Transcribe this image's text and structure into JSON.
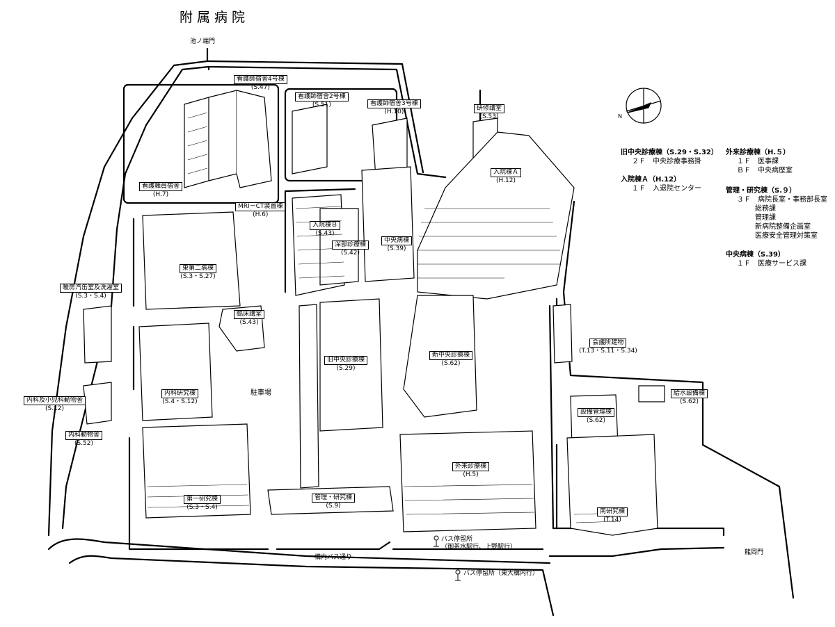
{
  "title": "附属病院",
  "gates": {
    "north": "池ノ端門",
    "east": "龍岡門"
  },
  "roads": {
    "campus_bus_road": "構内バス通り"
  },
  "compass": {
    "label": "N"
  },
  "parking": "駐車場",
  "bus_stops": [
    {
      "label": "バス停留所",
      "note": "（御茶水駅行、上野駅行）"
    },
    {
      "label": "バス停留所（東大構内行）"
    }
  ],
  "buildings": [
    {
      "key": "nurse4",
      "name": "看護師宿舎4号棟",
      "date": "(S.47)"
    },
    {
      "key": "nurse2",
      "name": "看護師宿舎2号棟",
      "date": "(S.51)"
    },
    {
      "key": "nurse3",
      "name": "看護師宿舎3号棟",
      "date": "(H.10)"
    },
    {
      "key": "training",
      "name": "研修講堂",
      "date": "(S.53)"
    },
    {
      "key": "nurse_staff",
      "name": "看護職員宿舎",
      "date": "(H.7)"
    },
    {
      "key": "ward_a",
      "name": "入院棟Ａ",
      "date": "(H.12)"
    },
    {
      "key": "mri",
      "name": "MRI－CT装置棟",
      "date": "(H.6)"
    },
    {
      "key": "ward_b",
      "name": "入院棟Ｂ",
      "date": "(S.43)"
    },
    {
      "key": "deep",
      "name": "深部診療棟",
      "date": "(S.42)"
    },
    {
      "key": "central_ward",
      "name": "中央病棟",
      "date": "(S.39)"
    },
    {
      "key": "east2",
      "name": "東第二病棟",
      "date": "(S.3・S.27)"
    },
    {
      "key": "heating",
      "name": "暖房汽缶室及洗濯室",
      "date": "(S.3・S.4)"
    },
    {
      "key": "clinical",
      "name": "臨床講堂",
      "date": "(S.43)"
    },
    {
      "key": "old_central",
      "name": "旧中央診療棟",
      "date": "(S.29)"
    },
    {
      "key": "new_central",
      "name": "新中央診療棟",
      "date": "(S.62)"
    },
    {
      "key": "meeting",
      "name": "会議所建物",
      "date": "(T.13・S.11・S.34)"
    },
    {
      "key": "internal_lab",
      "name": "内科研究棟",
      "date": "(S.4・S.12)"
    },
    {
      "key": "animal_ped",
      "name": "内科及小児科動物舎",
      "date": "(S.12)"
    },
    {
      "key": "water",
      "name": "給水設備棟",
      "date": "(S.62)"
    },
    {
      "key": "equipment",
      "name": "設備管理棟",
      "date": "(S.62)"
    },
    {
      "key": "animal_int",
      "name": "内科動物舎",
      "date": "(S.52)"
    },
    {
      "key": "outpatient",
      "name": "外来診療棟",
      "date": "(H.5)"
    },
    {
      "key": "first_lab",
      "name": "第一研究棟",
      "date": "(S.3・S.4)"
    },
    {
      "key": "admin",
      "name": "管理・研究棟",
      "date": "(S.9)"
    },
    {
      "key": "south_lab",
      "name": "南研究棟",
      "date": "(T.14)"
    }
  ],
  "legend": [
    {
      "head": "旧中央診療棟（S.29・S.32）",
      "rows": [
        {
          "floor": "２Ｆ",
          "items": [
            "中央診療事務掛"
          ]
        }
      ]
    },
    {
      "head": "入院棟Ａ（H.12）",
      "rows": [
        {
          "floor": "１Ｆ",
          "items": [
            "入退院センター"
          ]
        }
      ]
    },
    {
      "head": "外来診療棟（H.５）",
      "rows": [
        {
          "floor": "１Ｆ",
          "items": [
            "医事課"
          ]
        },
        {
          "floor": "ＢＦ",
          "items": [
            "中央病歴室"
          ]
        }
      ]
    },
    {
      "head": "管理・研究棟（S.９）",
      "rows": [
        {
          "floor": "３Ｆ",
          "items": [
            "病院長室・事務部長室",
            "総務課",
            "管理課",
            "新病院整備企画室",
            "医療安全管理対策室"
          ]
        }
      ]
    },
    {
      "head": "中央病棟（S.39）",
      "rows": [
        {
          "floor": "１Ｆ",
          "items": [
            "医療サービス課"
          ]
        }
      ]
    }
  ]
}
